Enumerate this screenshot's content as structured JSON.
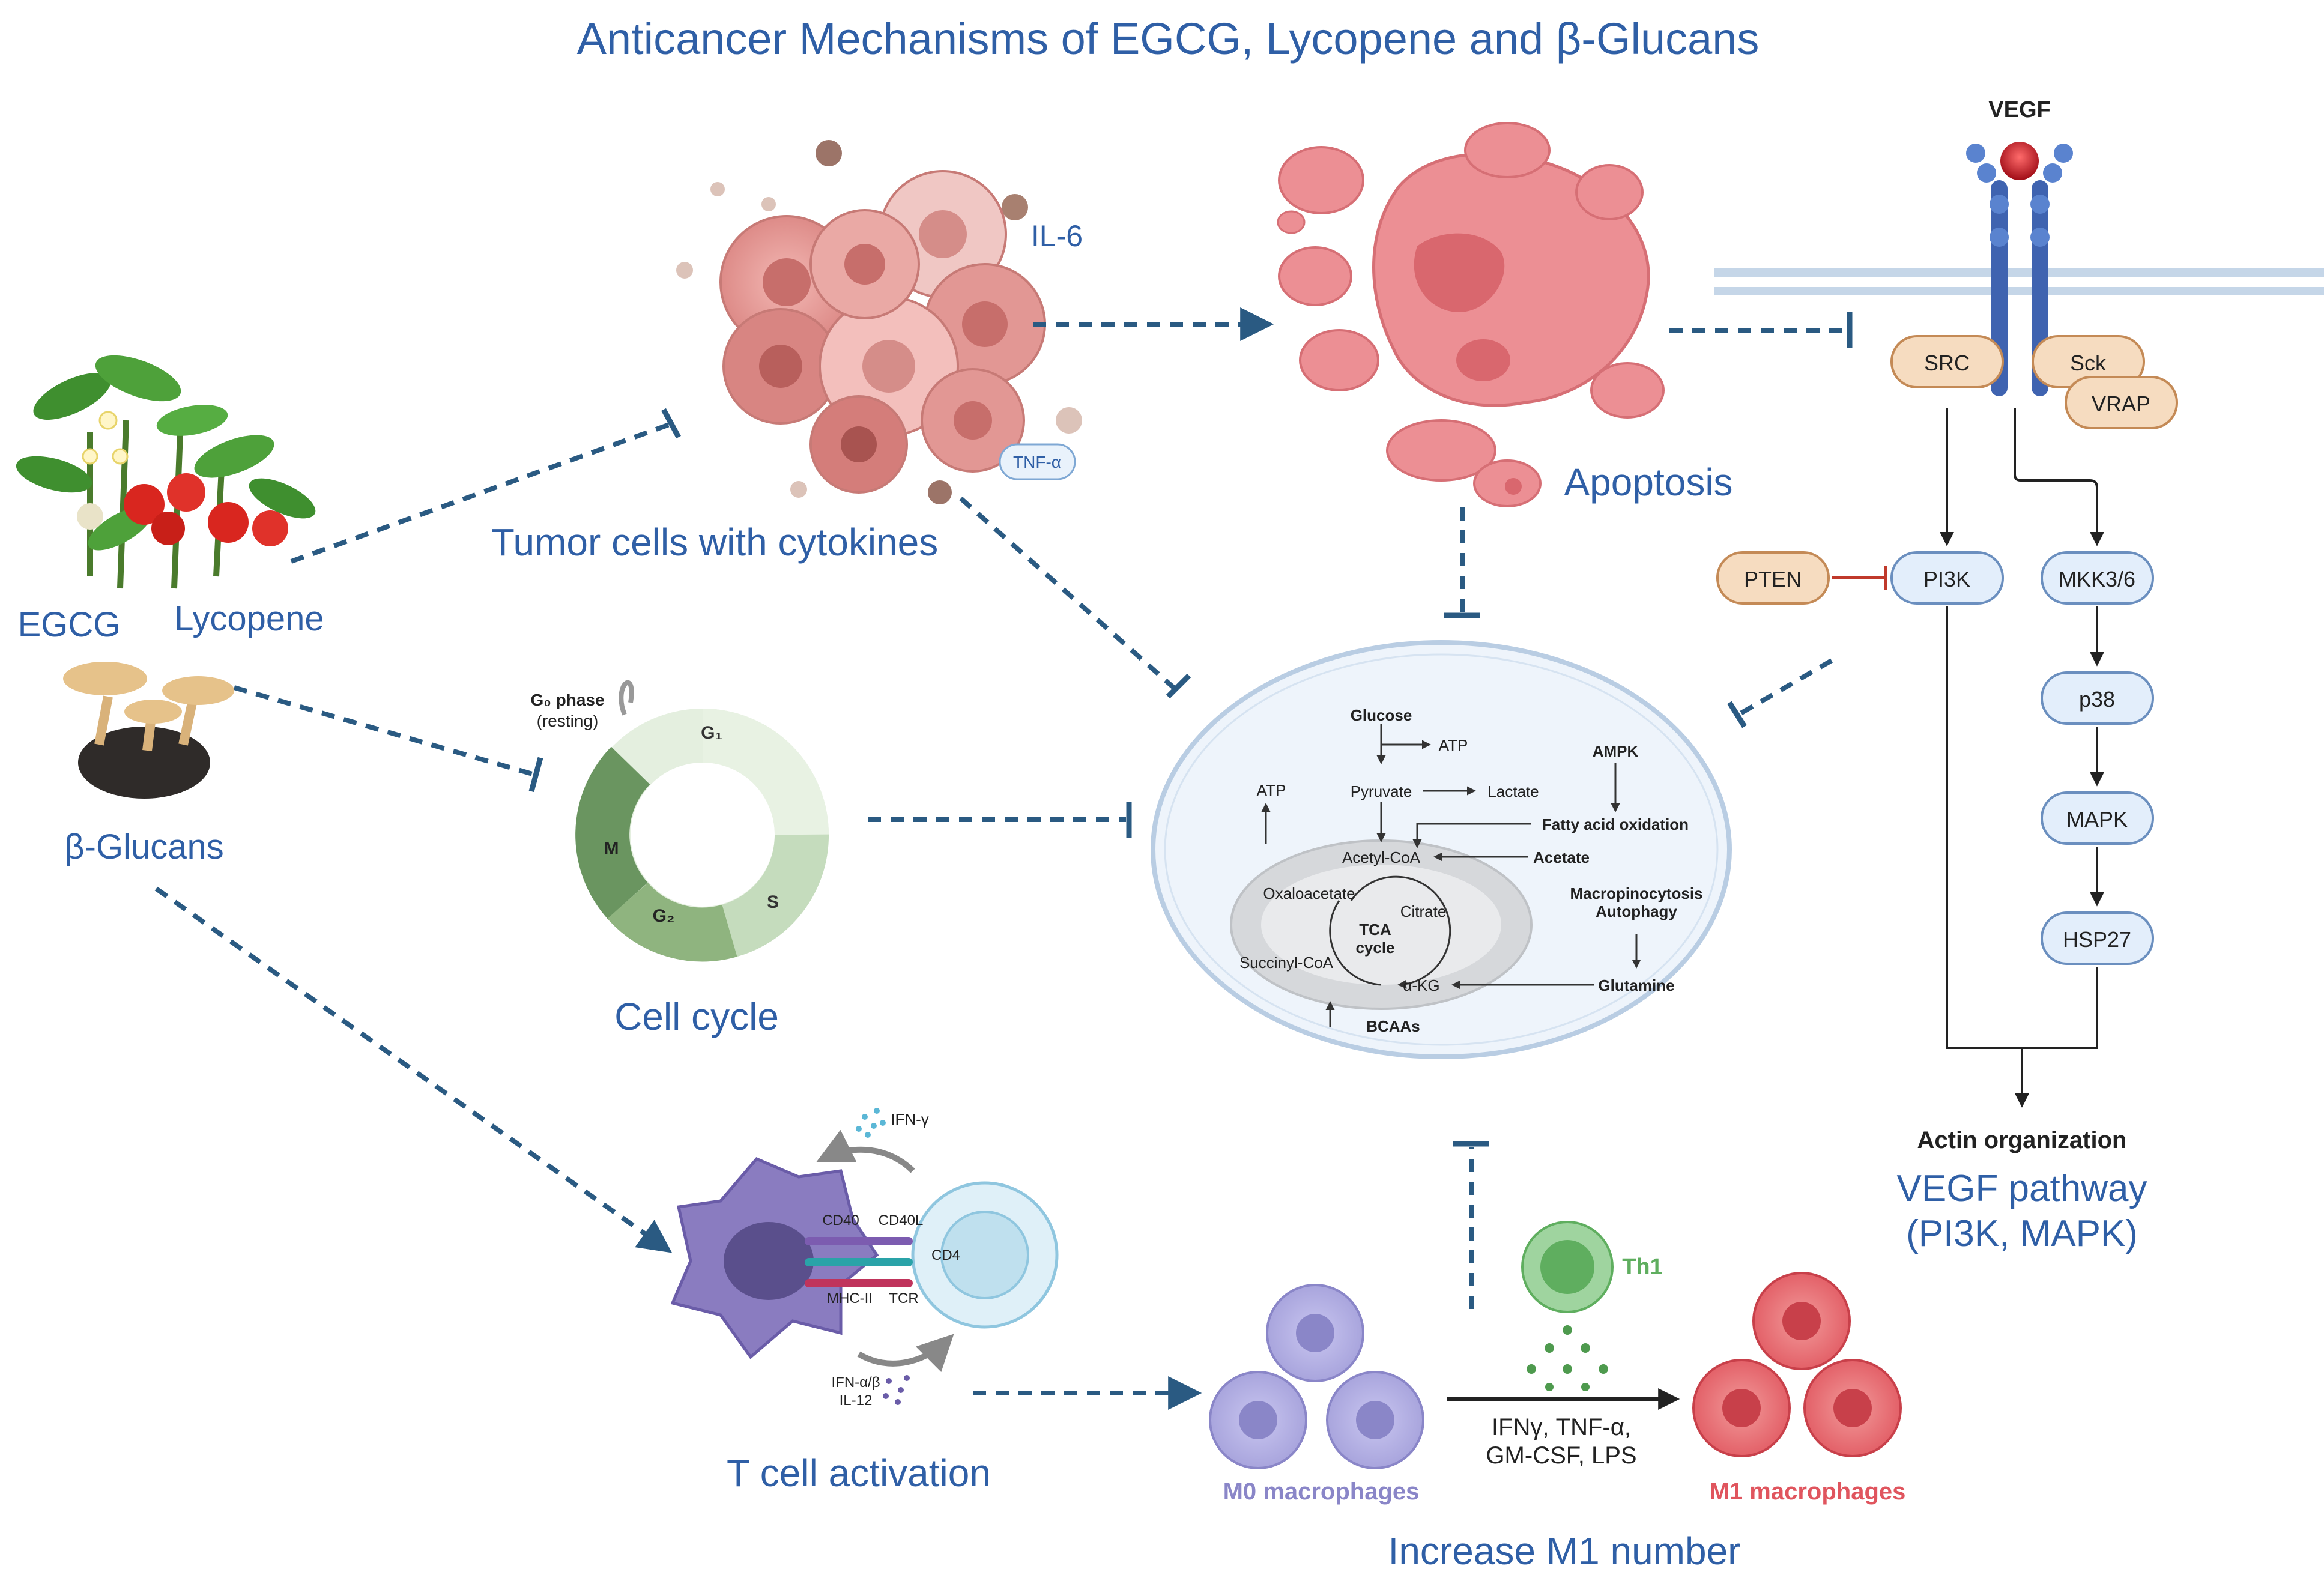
{
  "title": "Anticancer Mechanisms of EGCG, Lycopene and β-Glucans",
  "sources": {
    "egcg": "EGCG",
    "lycopene": "Lycopene",
    "bglucans": "β-Glucans"
  },
  "tumor": {
    "label": "Tumor cells with cytokines",
    "il6": "IL-6",
    "tnf": "TNF-α"
  },
  "apoptosis": {
    "label": "Apoptosis"
  },
  "cell_cycle": {
    "label": "Cell cycle",
    "g0": "G₀ phase",
    "resting": "(resting)",
    "g1": "G₁",
    "s": "S",
    "g2": "G₂",
    "m": "M"
  },
  "metabolism": {
    "glucose": "Glucose",
    "atp_top": "ATP",
    "atp_left": "ATP",
    "pyruvate": "Pyruvate",
    "lactate": "Lactate",
    "ampk": "AMPK",
    "fatty_acid": "Fatty acid oxidation",
    "acetyl_coa": "Acetyl-CoA",
    "acetate": "Acetate",
    "oxaloacetate": "Oxaloacetate",
    "citrate": "Citrate",
    "tca": "TCA",
    "cycle": "cycle",
    "macropino": "Macropinocytosis",
    "autophagy": "Autophagy",
    "succinyl": "Succinyl-CoA",
    "akg": "α-KG",
    "glutamine": "Glutamine",
    "bcaas": "BCAAs"
  },
  "vegf": {
    "label": "VEGF",
    "src": "SRC",
    "sck": "Sck",
    "vrap": "VRAP",
    "pten": "PTEN",
    "pi3k": "PI3K",
    "mkk": "MKK3/6",
    "p38": "p38",
    "mapk": "MAPK",
    "hsp27": "HSP27",
    "actin": "Actin organization",
    "pathway_line1": "VEGF pathway",
    "pathway_line2": "(PI3K, MAPK)"
  },
  "tcell": {
    "label": "T cell activation",
    "ifng": "IFN-γ",
    "cd40": "CD40",
    "cd40l": "CD40L",
    "cd4": "CD4",
    "mhc": "MHC-II",
    "tcr": "TCR",
    "ifnab": "IFN-α/β",
    "il12": "IL-12"
  },
  "macrophage": {
    "m0": "M0 macrophages",
    "m1": "M1 macrophages",
    "th1": "Th1",
    "stimuli_line1": "IFNγ, TNF-α,",
    "stimuli_line2": "GM-CSF, LPS",
    "increase": "Increase M1 number"
  },
  "colors": {
    "label_blue": "#2f5fa6",
    "arrow_dash": "#2a5a82",
    "tumor_pink": "#e89a9a",
    "apoptosis_pink": "#ec8f94",
    "m0_purple": "#a9a6de",
    "m1_red": "#e0555e",
    "th1_green": "#5fae5f"
  }
}
